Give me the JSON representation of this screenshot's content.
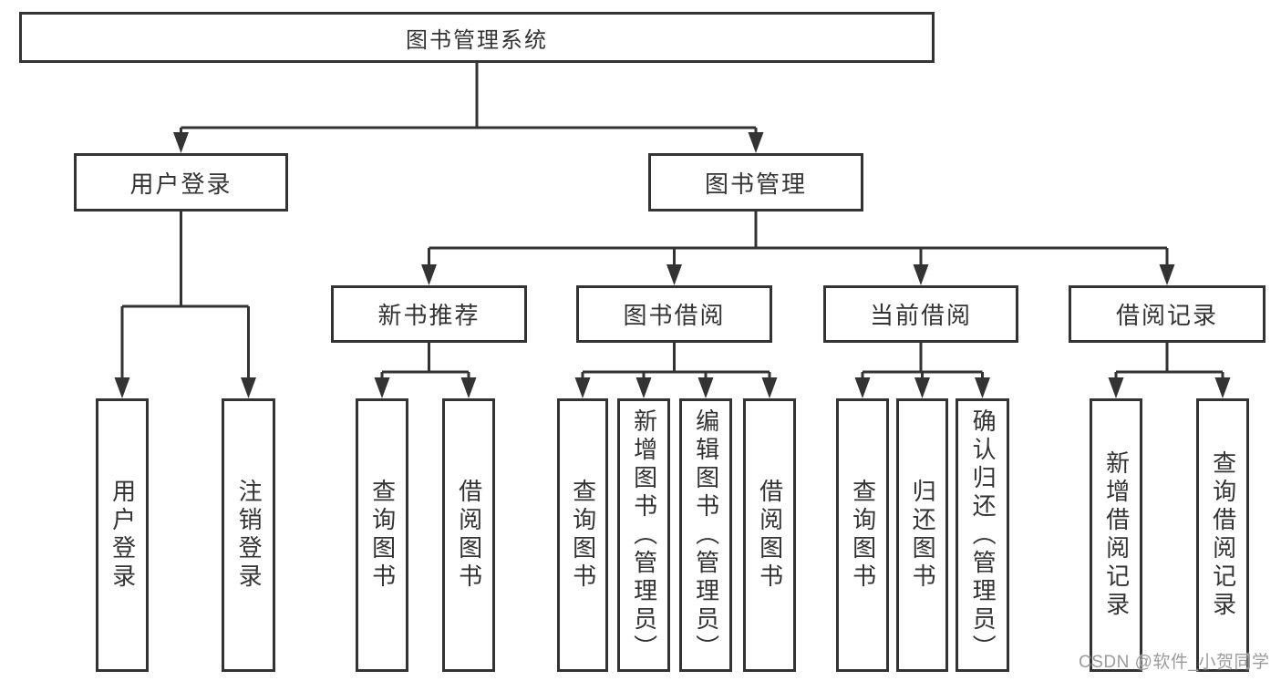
{
  "diagram_type": "hierarchy-tree",
  "colors": {
    "line": "#333333",
    "node_border": "#333333",
    "text": "#333333",
    "background": "#ffffff",
    "watermark": "#9c9c9c"
  },
  "watermark": {
    "text": "CSDN @软件_小贺同学"
  },
  "tree": {
    "label": "图书管理系统",
    "children": [
      {
        "label": "用户登录",
        "children": [
          {
            "label": "用户登录"
          },
          {
            "label": "注销登录"
          }
        ]
      },
      {
        "label": "图书管理",
        "children": [
          {
            "label": "新书推荐",
            "children": [
              {
                "label": "查询图书"
              },
              {
                "label": "借阅图书"
              }
            ]
          },
          {
            "label": "图书借阅",
            "children": [
              {
                "label": "查询图书"
              },
              {
                "label": "新增图书（管理员）"
              },
              {
                "label": "编辑图书（管理员）"
              },
              {
                "label": "借阅图书"
              }
            ]
          },
          {
            "label": "当前借阅",
            "children": [
              {
                "label": "查询图书"
              },
              {
                "label": "归还图书"
              },
              {
                "label": "确认归还（管理员）"
              }
            ]
          },
          {
            "label": "借阅记录",
            "children": [
              {
                "label": "新增借阅记录"
              },
              {
                "label": "查询借阅记录"
              }
            ]
          }
        ]
      }
    ]
  }
}
